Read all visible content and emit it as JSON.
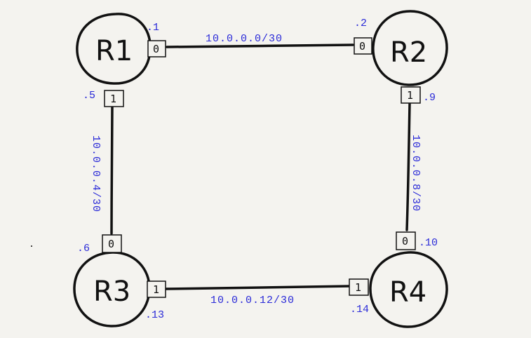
{
  "routers": {
    "r1": "R1",
    "r2": "R2",
    "r3": "R3",
    "r4": "R4"
  },
  "subnets": {
    "r1_r2": "10.0.0.0/30",
    "r1_r3": "10.0.0.4/30",
    "r2_r4": "10.0.0.8/30",
    "r3_r4": "10.0.0.12/30"
  },
  "interfaces": {
    "r1_0": {
      "port": "0",
      "ip": ".1"
    },
    "r1_1": {
      "port": "1",
      "ip": ".5"
    },
    "r2_0": {
      "port": "0",
      "ip": ".2"
    },
    "r2_1": {
      "port": "1",
      "ip": ".9"
    },
    "r3_0": {
      "port": "0",
      "ip": ".6"
    },
    "r3_1": {
      "port": "1",
      "ip": ".13"
    },
    "r4_0": {
      "port": "0",
      "ip": ".10"
    },
    "r4_1": {
      "port": "1",
      "ip": ".14"
    }
  },
  "colors": {
    "background": "#f4f3ef",
    "ink": "#111111",
    "address_blue": "#2a2ad8"
  }
}
